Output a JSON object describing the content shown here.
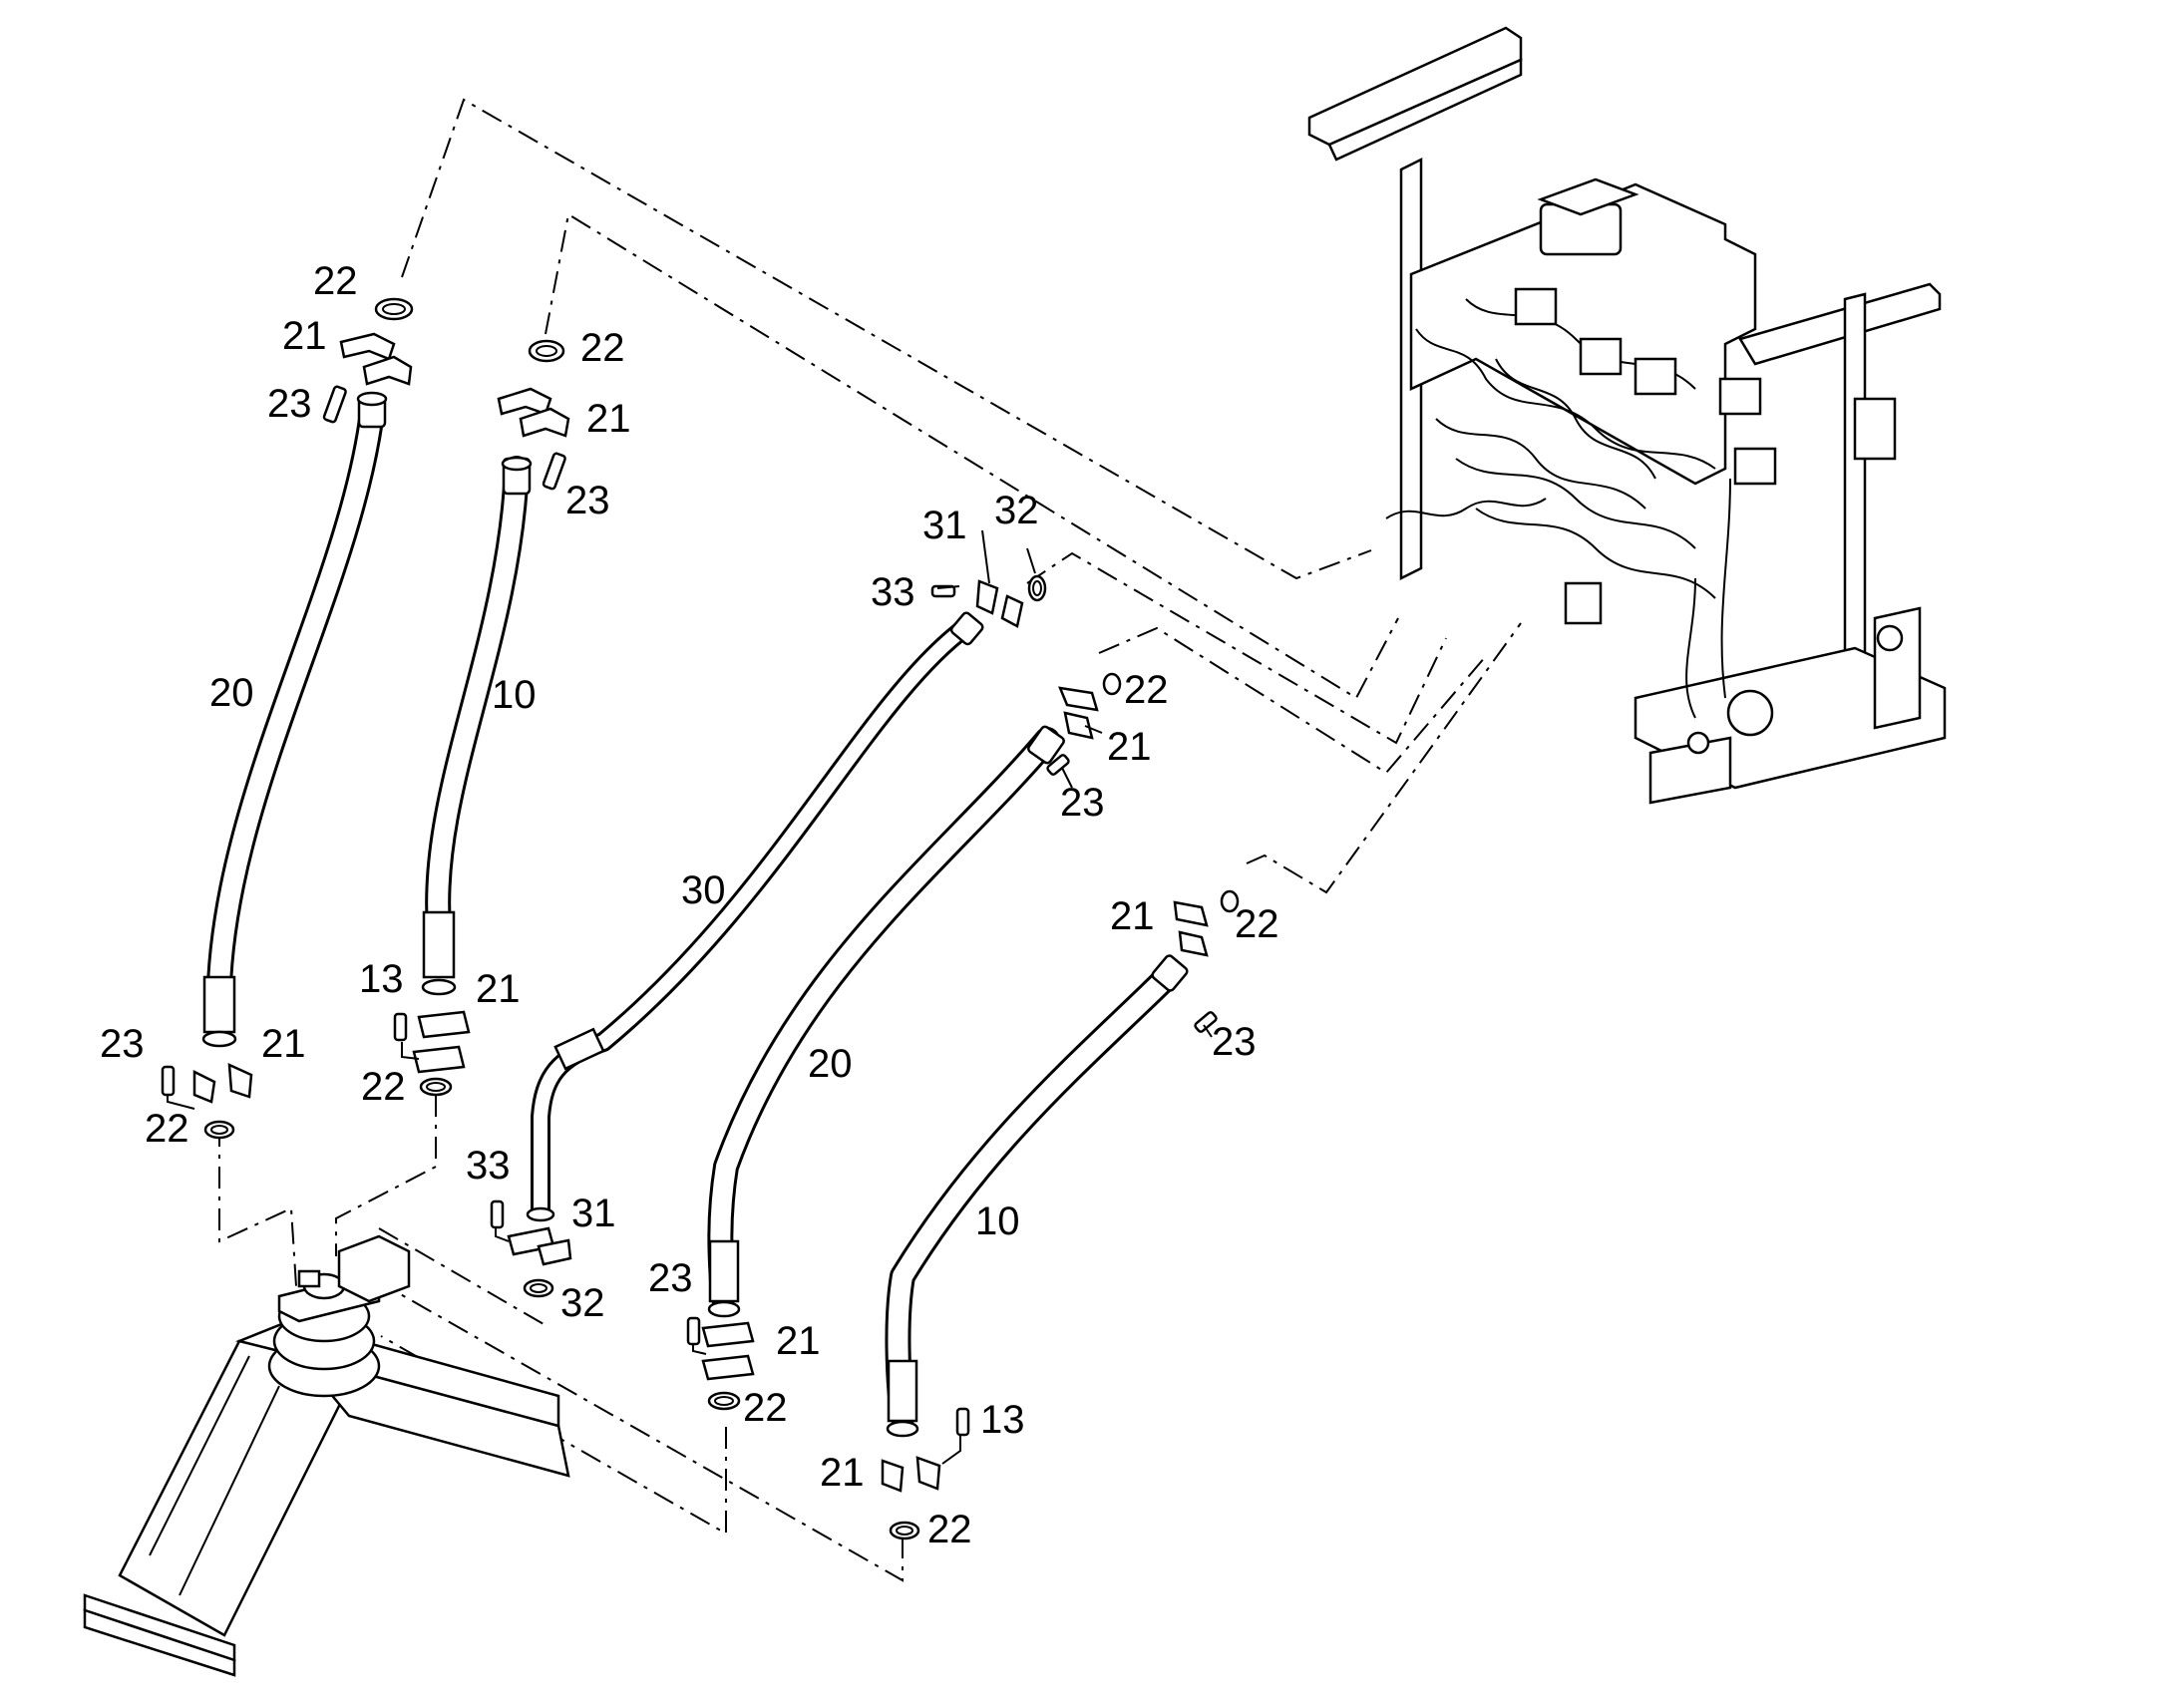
{
  "labels": {
    "l22_a": "22",
    "l21_a": "21",
    "l23_a": "23",
    "l20_a": "20",
    "l22_b": "22",
    "l21_b": "21",
    "l23_b": "23",
    "l10_a": "10",
    "l23_c": "23",
    "l21_c": "21",
    "l22_c": "22",
    "l13_a": "13",
    "l21_d": "21",
    "l22_d": "22",
    "l31_a": "31",
    "l32_a": "32",
    "l33_a": "33",
    "l30_a": "30",
    "l33_b": "33",
    "l31_b": "31",
    "l32_b": "32",
    "l22_e": "22",
    "l21_e": "21",
    "l23_e": "23",
    "l20_b": "20",
    "l23_f": "23",
    "l21_f": "21",
    "l22_f": "22",
    "l21_g": "21",
    "l22_g": "22",
    "l23_g": "23",
    "l10_b": "10",
    "l13_b": "13",
    "l21_h": "21",
    "l22_h": "22"
  }
}
